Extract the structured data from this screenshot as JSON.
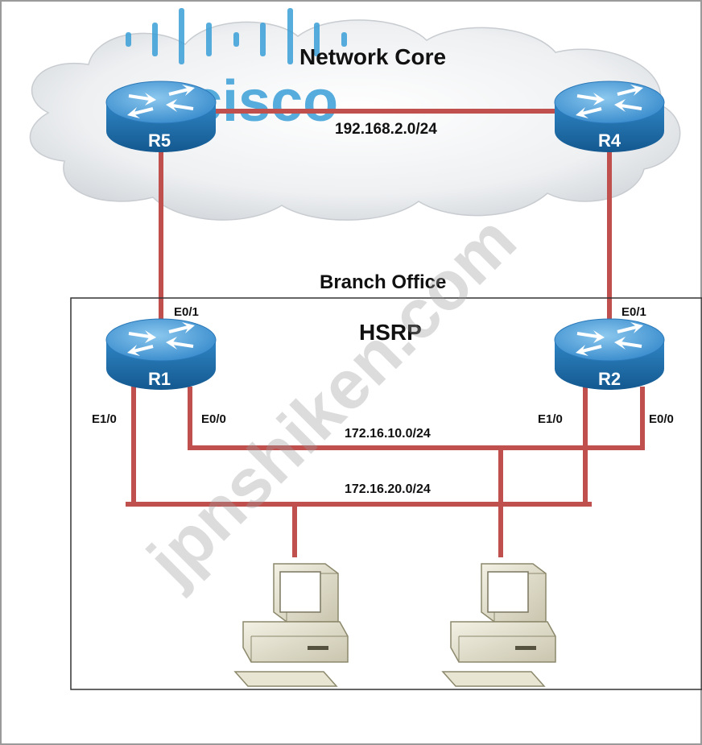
{
  "titles": {
    "network_core": "Network Core",
    "branch_office": "Branch Office",
    "hsrp": "HSRP"
  },
  "routers": {
    "r5": "R5",
    "r4": "R4",
    "r1": "R1",
    "r2": "R2"
  },
  "networks": {
    "core": "192.168.2.0/24",
    "lan10": "172.16.10.0/24",
    "lan20": "172.16.20.0/24"
  },
  "interfaces": {
    "r1_e01": "E0/1",
    "r2_e01": "E0/1",
    "r1_e10": "E1/0",
    "r1_e00": "E0/0",
    "r2_e10": "E1/0",
    "r2_e00": "E0/0"
  },
  "watermarks": {
    "logo": "cisco",
    "site": "jpnshiken.com"
  },
  "colors": {
    "link": "#c0504d",
    "router_top": "#4a9fd8",
    "router_side": "#1e6fae",
    "watermark": "#3aa0d8"
  }
}
